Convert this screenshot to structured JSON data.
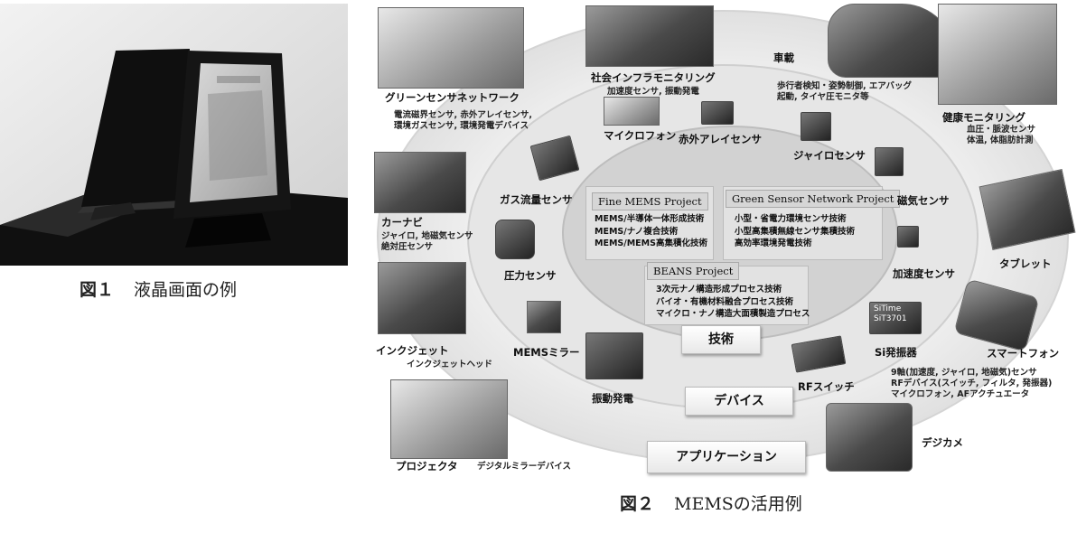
{
  "figure1": {
    "caption_num": "図１",
    "caption_text": "液晶画面の例"
  },
  "figure2": {
    "caption_num": "図２",
    "caption_text": "MEMSの活用例"
  },
  "rings": {
    "tech": "技術",
    "device": "デバイス",
    "application": "アプリケーション"
  },
  "projects": [
    {
      "title": "Fine MEMS Project",
      "lines": [
        "MEMS/半導体一体形成技術",
        "MEMS/ナノ複合技術",
        "MEMS/MEMS高集積化技術"
      ]
    },
    {
      "title": "Green Sensor Network Project",
      "lines": [
        "小型・省電力環境センサ技術",
        "小型高集積無線センサ集積技術",
        "高効率環境発電技術"
      ]
    },
    {
      "title": "BEANS Project",
      "lines": [
        "3次元ナノ構造形成プロセス技術",
        "バイオ・有機材料融合プロセス技術",
        "マイクロ・ナノ構造大面積製造プロセス"
      ]
    }
  ],
  "devices": {
    "microphone": "マイクロフォン",
    "ir_sensor": "赤外アレイセンサ",
    "gyro": "ジャイロセンサ",
    "gas_flow": "ガス流量センサ",
    "magnetic": "磁気センサ",
    "pressure": "圧力センサ",
    "accel": "加速度センサ",
    "mems_mirror": "MEMSミラー",
    "vibration": "振動発電",
    "rf_switch": "RFスイッチ",
    "si_osc": "Si発振器",
    "si_chip_brand": "SiTime",
    "si_chip_model": "SiT3701"
  },
  "applications": {
    "green_sensor": {
      "label": "グリーンセンサネットワーク",
      "sub": [
        "電流磁界センサ, 赤外アレイセンサ,",
        "環境ガスセンサ, 環境発電デバイス"
      ]
    },
    "infra": {
      "label": "社会インフラモニタリング",
      "sub": [
        "加速度センサ, 振動発電"
      ]
    },
    "vehicle": {
      "label": "車載",
      "sub": [
        "歩行者検知・姿勢制御, エアバッグ",
        "起動, タイヤ圧モニタ等"
      ]
    },
    "health": {
      "label": "健康モニタリング",
      "sub": [
        "血圧・脈波センサ",
        "体温, 体脂肪計測"
      ]
    },
    "carnavi": {
      "label": "カーナビ",
      "sub": [
        "ジャイロ, 地磁気センサ",
        "絶対圧センサ"
      ]
    },
    "tablet": {
      "label": "タブレット",
      "sub": []
    },
    "inkjet": {
      "label": "インクジェット",
      "sub": [
        "インクジェットヘッド"
      ]
    },
    "smartphone": {
      "label": "スマートフォン",
      "sub": [
        "9軸(加速度, ジャイロ, 地磁気)センサ",
        "RFデバイス(スイッチ, フィルタ, 発振器)",
        "マイクロフォン, AFアクチュエータ"
      ]
    },
    "projector": {
      "label": "プロジェクタ",
      "sub": [
        "デジタルミラーデバイス"
      ]
    },
    "camera": {
      "label": "デジカメ",
      "sub": []
    }
  }
}
